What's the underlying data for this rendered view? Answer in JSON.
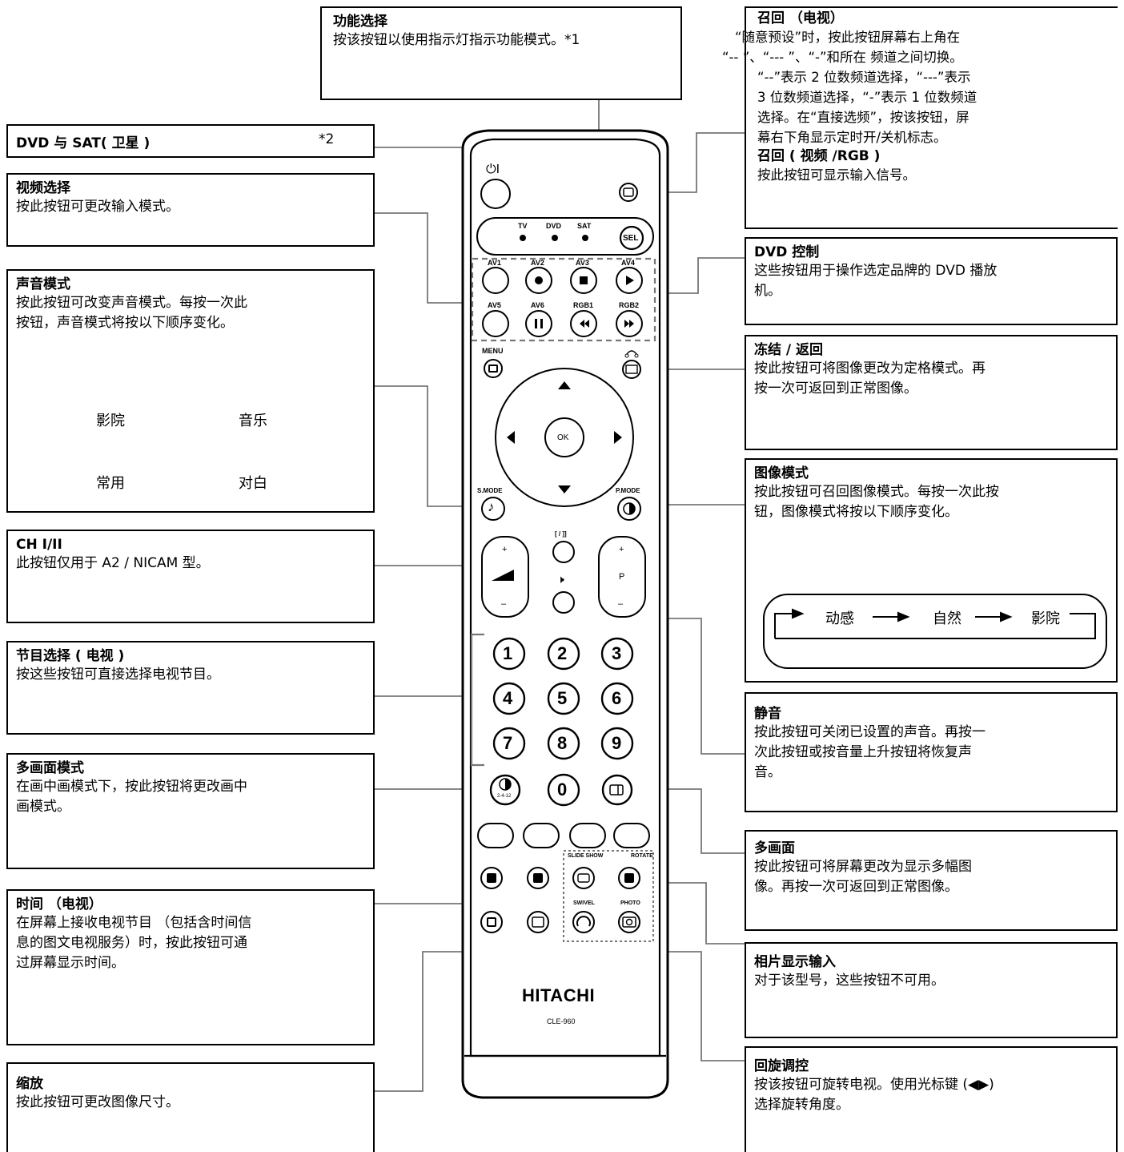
{
  "boxes": {
    "func": {
      "title": "功能选择",
      "desc": "按该按钮以使用指示灯指示功能模式。*1"
    },
    "dvd_sat": {
      "title": "DVD 与 SAT( 卫星 )",
      "note": "*2"
    },
    "video": {
      "title": "视频选择",
      "desc": "按此按钮可更改输入模式。"
    },
    "sound": {
      "title": "声音模式",
      "desc1": "按此按钮可改变声音模式。每按一次此",
      "desc2": "按钮，声音模式将按以下顺序变化。",
      "seq": {
        "a": "影院",
        "b": "音乐",
        "c": "常用",
        "d": "对白"
      }
    },
    "ch": {
      "title": "CH I/II",
      "desc": "此按钮仅用于 A2 / NICAM 型。"
    },
    "prog": {
      "title": "节目选择 ( 电视 )",
      "desc": "按这些按钮可直接选择电视节目。"
    },
    "multi_mode": {
      "title": "多画面模式",
      "desc1": "在画中画模式下，按此按钮将更改画中",
      "desc2": "画模式。"
    },
    "time": {
      "title": "时间 （电视）",
      "desc1": "在屏幕上接收电视节目 （包括含时间信",
      "desc2": "息的图文电视服务）时，按此按钮可通",
      "desc3": "过屏幕显示时间。"
    },
    "zoom": {
      "title": "缩放",
      "desc": "按此按钮可更改图像尺寸。"
    },
    "recall": {
      "title": "召回 （电视）",
      "l1": "“随意预设”时，按此按钮屏幕右上角在",
      "l2": "“-- ”、“--- ”、“-”和所在 频道之间切换。",
      "l3": "“--”表示 2 位数频道选择，“---”表示",
      "l4": "3 位数频道选择，“-”表示 1 位数频道",
      "l5": "选择。在“直接选频”，按该按钮，屏",
      "l6": "幕右下角显示定时开/关机标志。",
      "title2": "召回 ( 视频 /RGB )",
      "l7": "按此按钮可显示输入信号。"
    },
    "dvdctl": {
      "title": "DVD 控制",
      "desc1": "这些按钮用于操作选定品牌的 DVD 播放",
      "desc2": "机。"
    },
    "freeze": {
      "title": "冻结 / 返回",
      "desc1": "按此按钮可将图像更改为定格模式。再",
      "desc2": "按一次可返回到正常图像。"
    },
    "picture": {
      "title": "图像模式",
      "desc1": "按此按钮可召回图像模式。每按一次此按",
      "desc2": "钮，图像模式将按以下顺序变化。",
      "seq": {
        "a": "动感",
        "b": "自然",
        "c": "影院"
      }
    },
    "mute": {
      "title": "静音",
      "desc1": "按此按钮可关闭已设置的声音。再按一",
      "desc2": "次此按钮或按音量上升按钮将恢复声",
      "desc3": "音。"
    },
    "multi": {
      "title": "多画面",
      "desc1": "按此按钮可将屏幕更改为显示多幅图",
      "desc2": "像。再按一次可返回到正常图像。"
    },
    "photo": {
      "title": "相片显示输入",
      "desc": "对于该型号，这些按钮不可用。"
    },
    "swivel": {
      "title": "回旋调控",
      "desc1": "按该按钮可旋转电视。使用光标键 (◀▶)",
      "desc2": "选择旋转角度。"
    }
  },
  "remote": {
    "brand": "HITACHI",
    "model": "CLE-960",
    "power": "⏻I",
    "leds": {
      "tv": "TV",
      "dvd": "DVD",
      "sat": "SAT"
    },
    "sel": "SEL",
    "av": {
      "av1": "AV1",
      "av2": "AV2",
      "av3": "AV3",
      "av4": "AV4",
      "av5": "AV5",
      "av6": "AV6",
      "rgb1": "RGB1",
      "rgb2": "RGB2"
    },
    "menu": "MENU",
    "ok": "OK",
    "smode": "S.MODE",
    "pmode": "P.MODE",
    "ch_label": "[ / ]]",
    "vol_plus": "+",
    "vol_minus": "–",
    "p_plus": "+",
    "p_label": "P",
    "p_minus": "–",
    "digits": [
      "1",
      "2",
      "3",
      "4",
      "5",
      "6",
      "7",
      "8",
      "9",
      "0"
    ],
    "split_label": "2-4-12",
    "slideshow": "SLIDE SHOW",
    "rotate": "ROTATE",
    "swivel": "SWIVEL",
    "photo": "PHOTO"
  }
}
